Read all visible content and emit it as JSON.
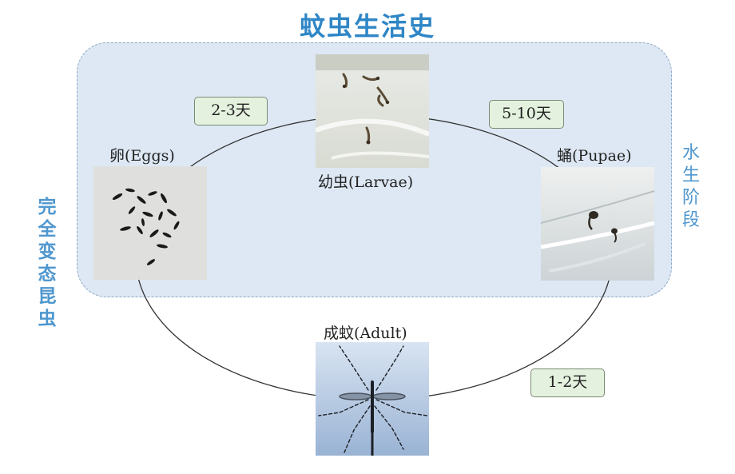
{
  "title": "蚊虫生活史",
  "side_labels": {
    "metamorphosis": "完全变态昆虫",
    "aquatic": "水生阶段"
  },
  "stages": {
    "eggs": "卵(Eggs)",
    "larvae": "幼虫(Larvae)",
    "pupae": "蛹(Pupae)",
    "adult": "成蚊(Adult)"
  },
  "durations": {
    "eggs_to_larvae": "2-3天",
    "larvae_to_pupae": "5-10天",
    "pupae_to_adult": "1-2天"
  },
  "colors": {
    "title": "#2f86c6",
    "aquatic_zone_fill": "#dde8f4",
    "duration_box_fill": "#e4f1de",
    "side_label": "#4f97cf"
  }
}
